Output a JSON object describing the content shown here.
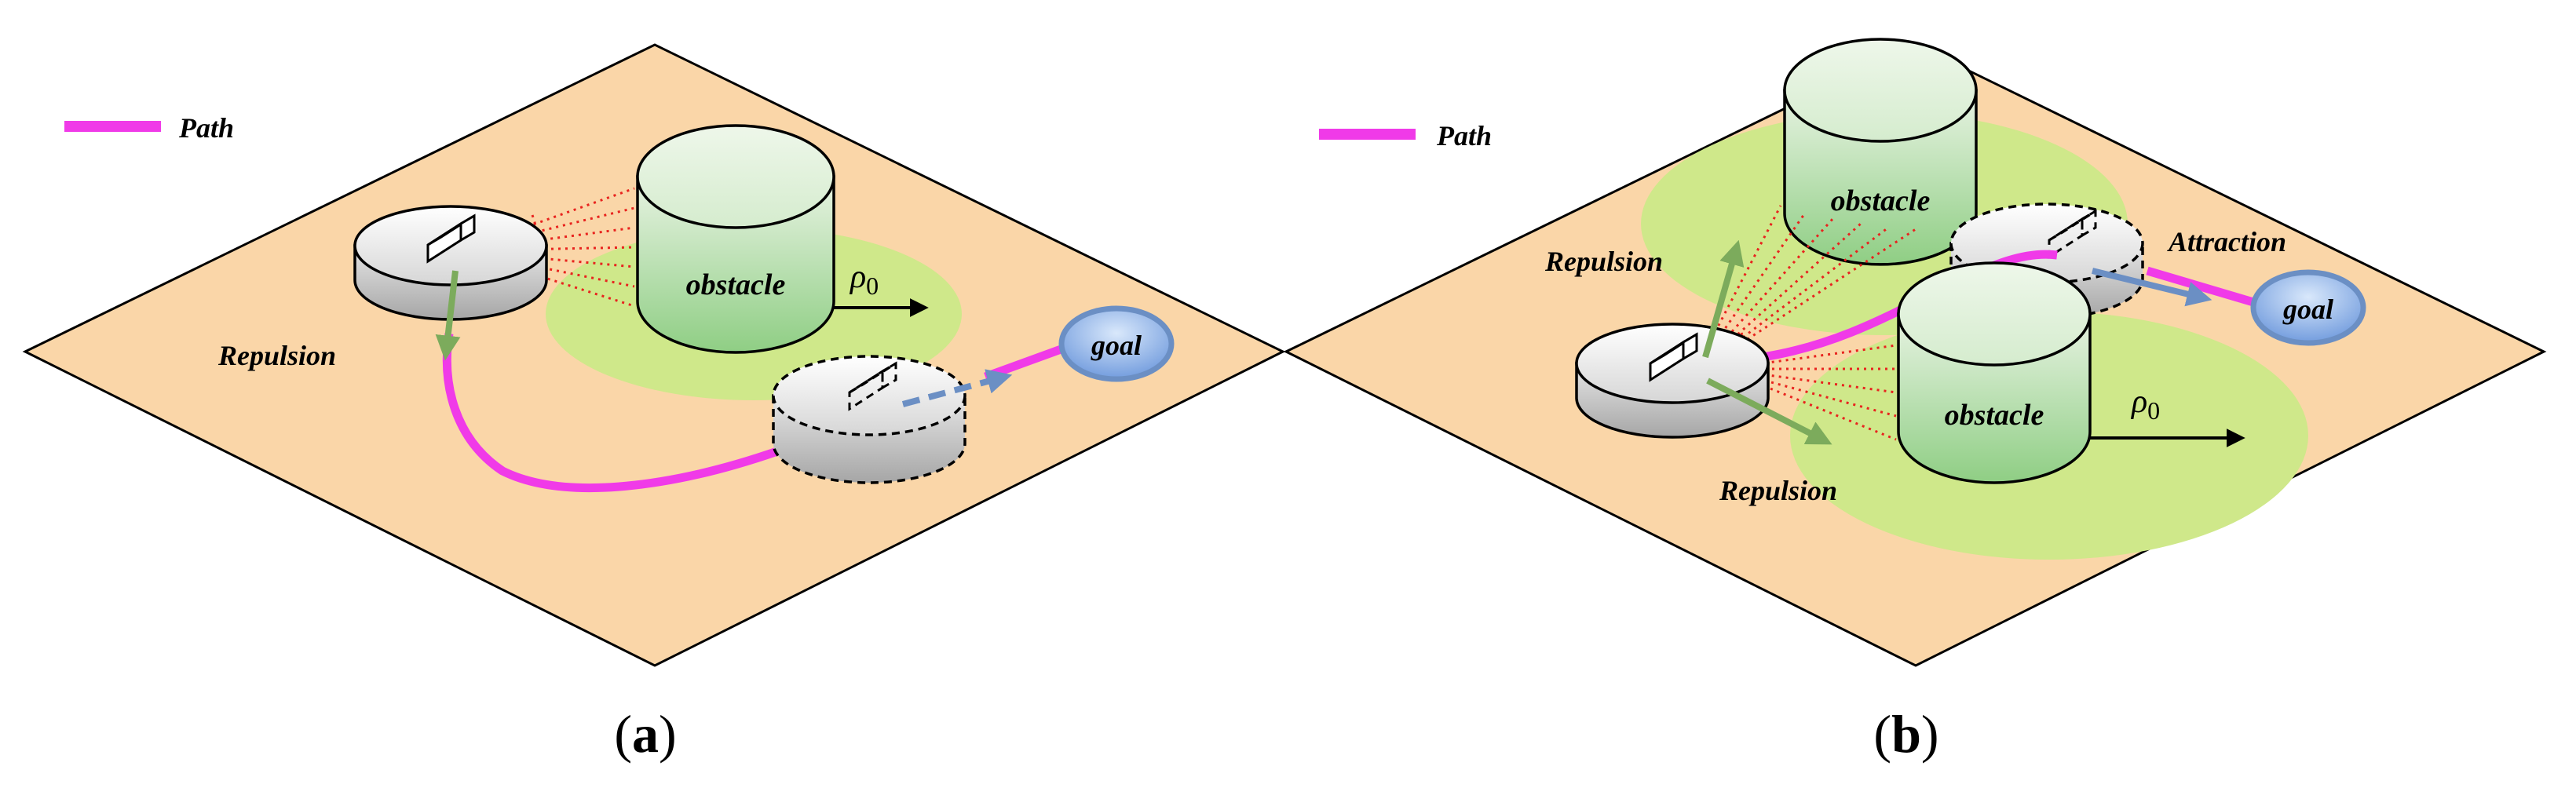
{
  "colors": {
    "plane": "#fad6a8",
    "zone": "#cfe88a",
    "path": "#f03ae8",
    "repulsion": "#7cab5c",
    "attraction": "#6b8fc4",
    "goal": "#7da5e3",
    "field": "#e8231e"
  },
  "icons": [
    "robot-icon",
    "sensor-icon",
    "obstacle-cylinder-icon",
    "goal-ellipse-icon"
  ],
  "panel_a": {
    "legend_path": "Path",
    "obstacle": "obstacle",
    "rho": "ρ",
    "rho_sub": "0",
    "repulsion": "Repulsion",
    "goal": "goal",
    "caption_open": "(",
    "caption_letter": "a",
    "caption_close": ")"
  },
  "panel_b": {
    "legend_path": "Path",
    "obstacle_top": "obstacle",
    "obstacle_bottom": "obstacle",
    "rho": "ρ",
    "rho_sub": "0",
    "repulsion_left": "Repulsion",
    "repulsion_bottom": "Repulsion",
    "attraction": "Attraction",
    "goal": "goal",
    "caption_open": "(",
    "caption_letter": "b",
    "caption_close": ")"
  }
}
